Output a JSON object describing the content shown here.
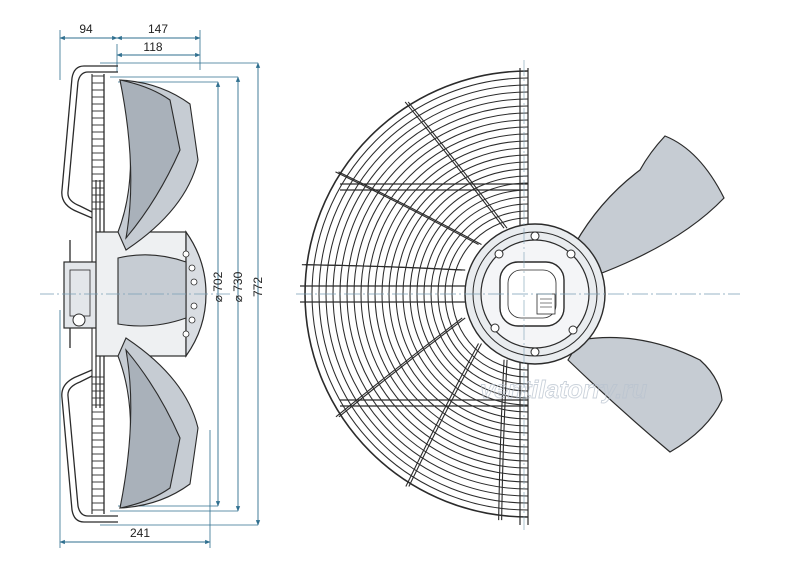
{
  "side_view": {
    "dims": {
      "d94": "94",
      "d147": "147",
      "d118": "118",
      "d241": "241",
      "d702": "⌀ 702",
      "d730": "⌀ 730",
      "d772": "772"
    }
  },
  "front_view": {
    "watermark": "ventilatorry.ru"
  },
  "colors": {
    "line": "#2b2b2b",
    "blade_fill": "#c6ccd3",
    "blade_fill_dark": "#a9b1ba",
    "guard_fill": "#e3e6ea",
    "dimension": "#2f6f8f",
    "centerline": "#7a9fb5"
  }
}
